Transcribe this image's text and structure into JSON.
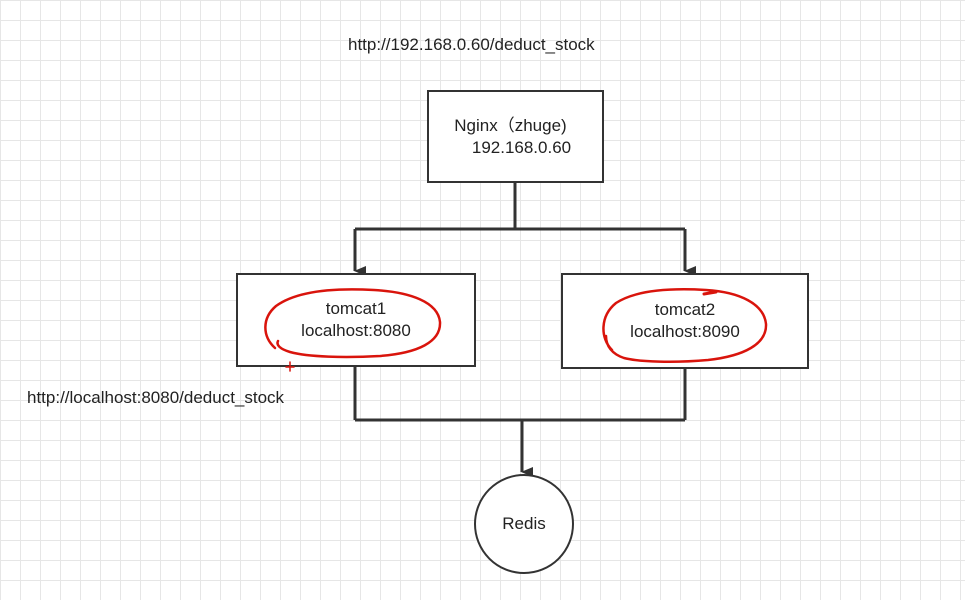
{
  "diagram": {
    "top_url": "http://192.168.0.60/deduct_stock",
    "bottom_url": "http://localhost:8080/deduct_stock",
    "nginx": {
      "line1": "Nginx（zhuge)",
      "line2": "192.168.0.60"
    },
    "tomcat1": {
      "line1": "tomcat1",
      "line2": "localhost:8080"
    },
    "tomcat2": {
      "line1": "tomcat2",
      "line2": "localhost:8090"
    },
    "redis": {
      "label": "Redis"
    },
    "colors": {
      "line": "#333333",
      "highlight": "#d9140c",
      "grid": "#e6e6e6"
    }
  }
}
